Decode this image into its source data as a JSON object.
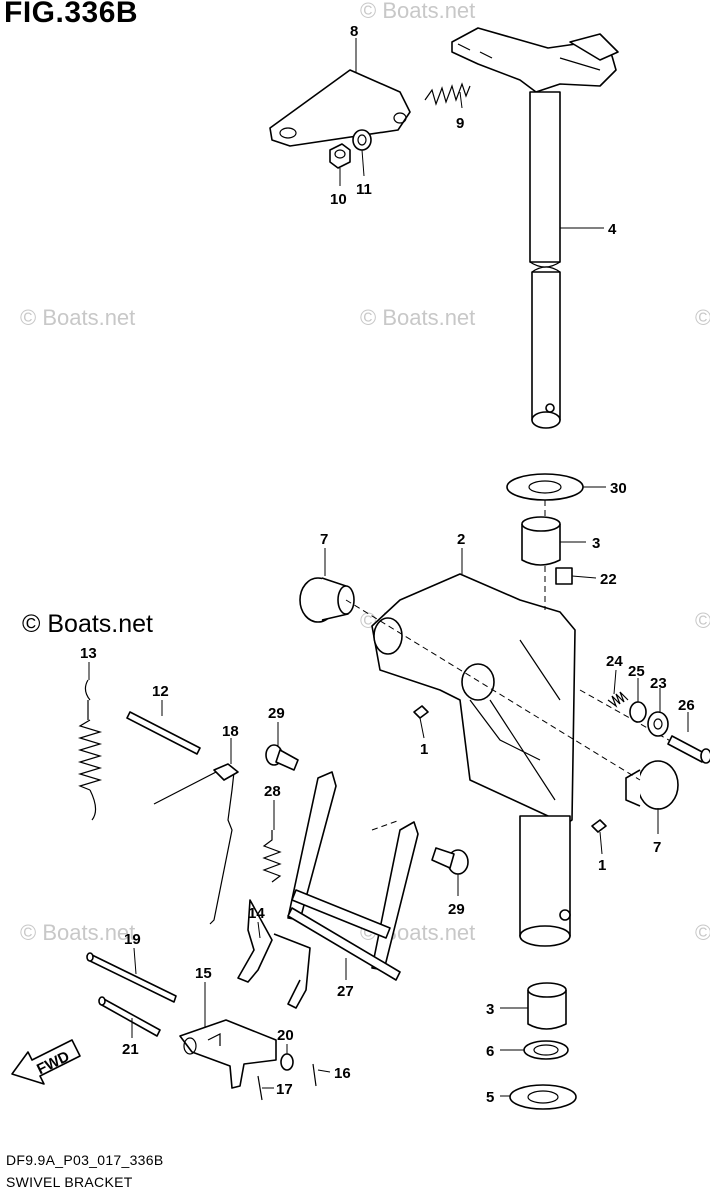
{
  "figure": {
    "title": "FIG.336B",
    "code": "DF9.9A_P03_017_336B",
    "name": "SWIVEL BRACKET",
    "credit": "© Boats.net"
  },
  "watermarks": [
    "© Boats.net",
    "© Boats.net",
    "© Boats.net",
    "© Boats.net",
    "© Boats.net",
    "© Boats.net",
    "© Boats.net",
    "© Boats.net",
    "© Boats.net"
  ],
  "fwd_label": "FWD",
  "callouts": [
    {
      "id": "c8",
      "label": "8"
    },
    {
      "id": "c9",
      "label": "9"
    },
    {
      "id": "c10",
      "label": "10"
    },
    {
      "id": "c11",
      "label": "11"
    },
    {
      "id": "c4",
      "label": "4"
    },
    {
      "id": "c30",
      "label": "30"
    },
    {
      "id": "c3a",
      "label": "3"
    },
    {
      "id": "c22",
      "label": "22"
    },
    {
      "id": "c7a",
      "label": "7"
    },
    {
      "id": "c2",
      "label": "2"
    },
    {
      "id": "c24",
      "label": "24"
    },
    {
      "id": "c25",
      "label": "25"
    },
    {
      "id": "c23",
      "label": "23"
    },
    {
      "id": "c26",
      "label": "26"
    },
    {
      "id": "c13",
      "label": "13"
    },
    {
      "id": "c12",
      "label": "12"
    },
    {
      "id": "c18",
      "label": "18"
    },
    {
      "id": "c29a",
      "label": "29"
    },
    {
      "id": "c1a",
      "label": "1"
    },
    {
      "id": "c7b",
      "label": "7"
    },
    {
      "id": "c28",
      "label": "28"
    },
    {
      "id": "c1b",
      "label": "1"
    },
    {
      "id": "c29b",
      "label": "29"
    },
    {
      "id": "c14",
      "label": "14"
    },
    {
      "id": "c19",
      "label": "19"
    },
    {
      "id": "c15",
      "label": "15"
    },
    {
      "id": "c27",
      "label": "27"
    },
    {
      "id": "c3b",
      "label": "3"
    },
    {
      "id": "c20",
      "label": "20"
    },
    {
      "id": "c21",
      "label": "21"
    },
    {
      "id": "c16",
      "label": "16"
    },
    {
      "id": "c17",
      "label": "17"
    },
    {
      "id": "c6",
      "label": "6"
    },
    {
      "id": "c5",
      "label": "5"
    }
  ]
}
